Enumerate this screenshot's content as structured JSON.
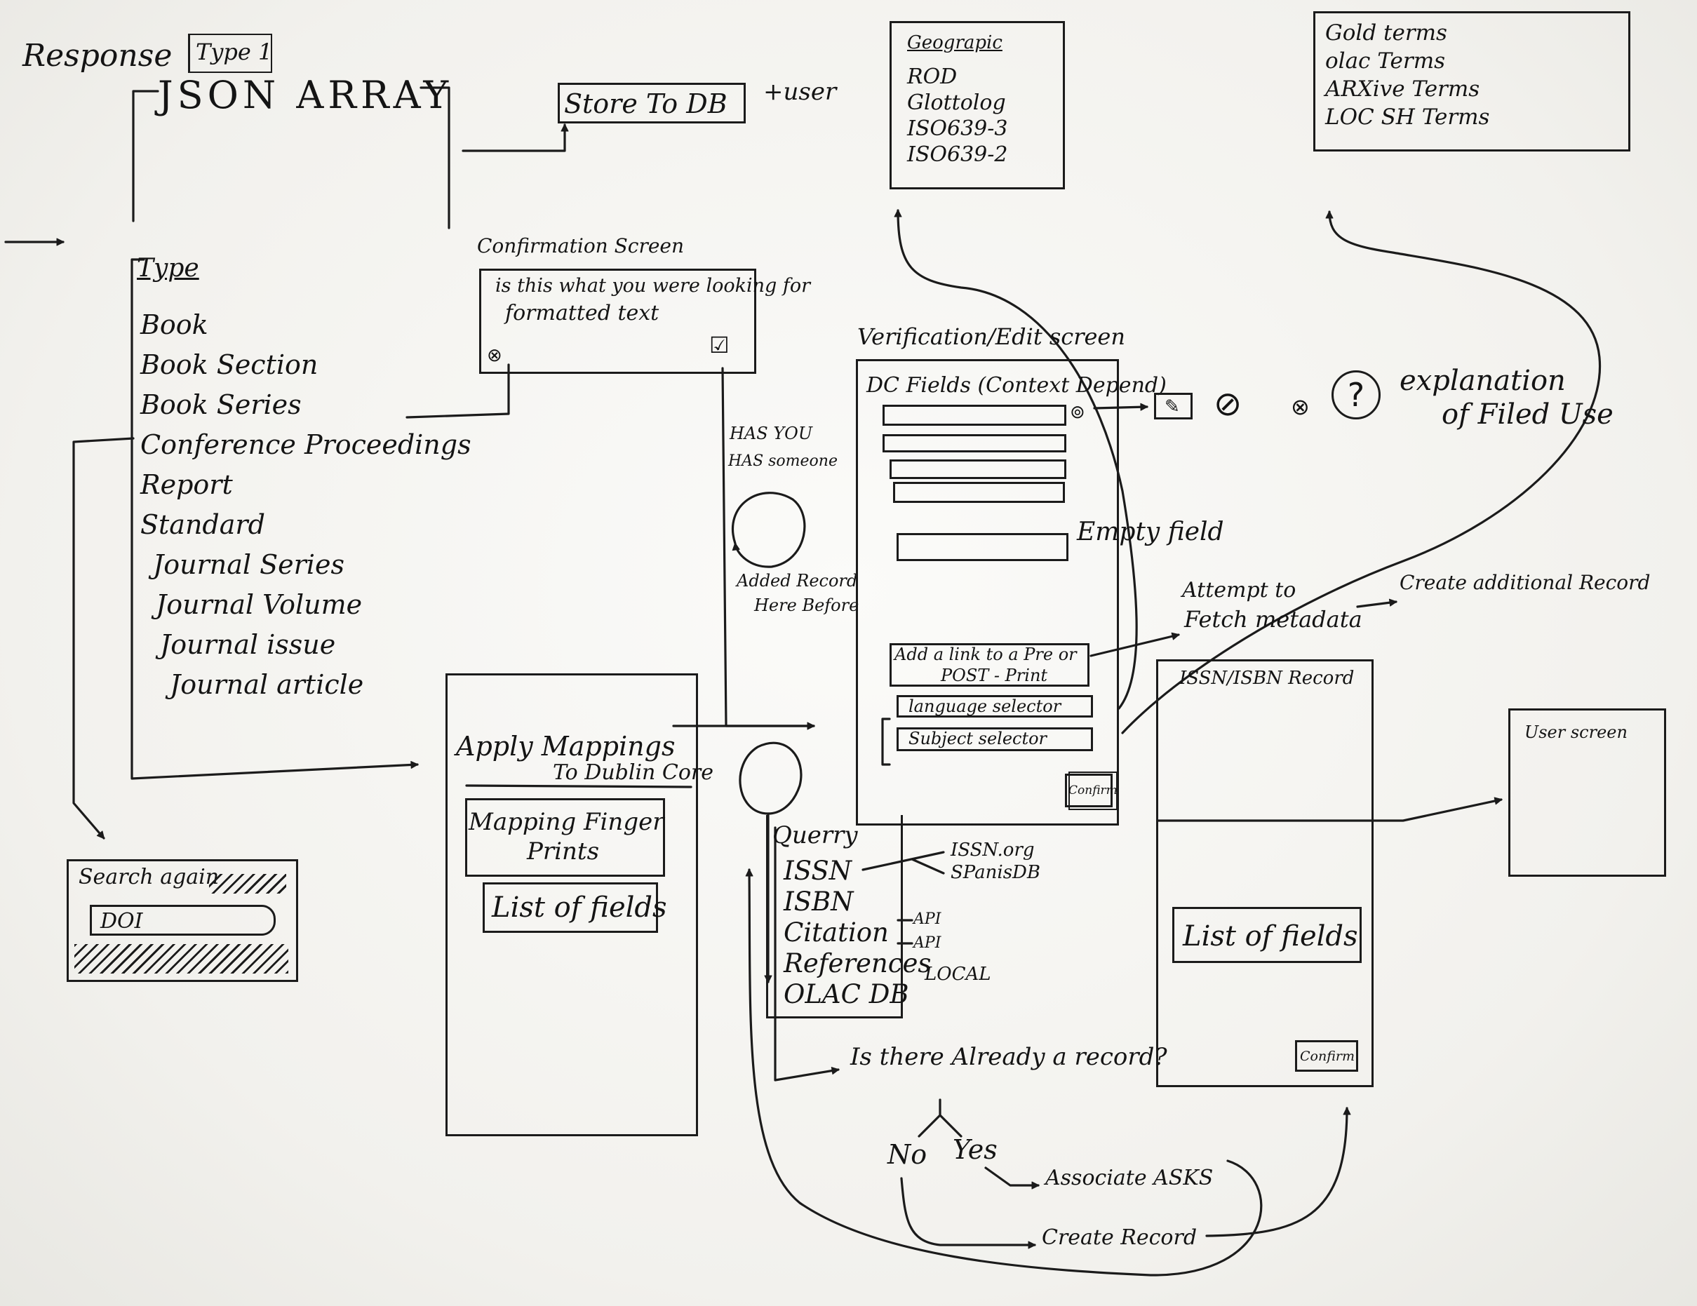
{
  "response": {
    "title": "Response",
    "type_tag": "Type 1",
    "json_array": "JSON ARRAY",
    "store_to_db": "Store To DB",
    "user_suffix": "+user"
  },
  "type_list": {
    "header": "Type",
    "items": [
      "Book",
      "Book Section",
      "Book Series",
      "Conference Proceedings",
      "Report",
      "Standard",
      "Journal Series",
      "Journal Volume",
      "Journal issue",
      "Journal article"
    ]
  },
  "confirmation": {
    "title": "Confirmation Screen",
    "question": "is this what you were looking for",
    "formatted": "formatted text"
  },
  "has_annotation": {
    "line1": "HAS YOU",
    "line2": "HAS someone",
    "added1": "Added Record",
    "added2": "Here Before"
  },
  "geographic": {
    "title": "Geograpic",
    "items": [
      "ROD",
      "Glottolog",
      "ISO639-3",
      "ISO639-2"
    ]
  },
  "terms": {
    "items": [
      "Gold terms",
      "olac Terms",
      "ARXive Terms",
      "LOC SH Terms"
    ]
  },
  "verification": {
    "title": "Verification/Edit screen",
    "dc_fields": "DC Fields (Context Depend)",
    "empty_field": "Empty field",
    "explanation1": "explanation",
    "explanation2": "of Filed Use",
    "add_link1": "Add a link to a Pre or",
    "add_link2": "POST - Print",
    "language_selector": "language selector",
    "subject_selector": "Subject selector",
    "confirm": "Confirm"
  },
  "fetch": {
    "attempt1": "Attempt to",
    "attempt2": "Fetch metadata",
    "create_additional": "Create additional Record"
  },
  "issn_record": {
    "title": "ISSN/ISBN Record",
    "list_of_fields": "List of fields",
    "confirm": "Confirm"
  },
  "user_screen": {
    "title": "User screen"
  },
  "search_again": {
    "title": "Search again",
    "input": "DOI"
  },
  "mappings": {
    "title1": "Apply Mappings",
    "title2": "To Dublin Core",
    "fingerprints1": "Mapping Finger",
    "fingerprints2": "Prints",
    "list_of_fields": "List of fields"
  },
  "query": {
    "title": "Querry",
    "items": [
      "ISSN",
      "ISBN",
      "Citation",
      "References",
      "OLAC DB"
    ],
    "issn_targets": [
      "ISSN.org",
      "SPanisDB"
    ],
    "api": "API",
    "local": "LOCAL"
  },
  "decision": {
    "question": "Is there Already a record?",
    "no": "No",
    "yes": "Yes",
    "associate": "Associate ASKS",
    "create_record": "Create Record"
  }
}
